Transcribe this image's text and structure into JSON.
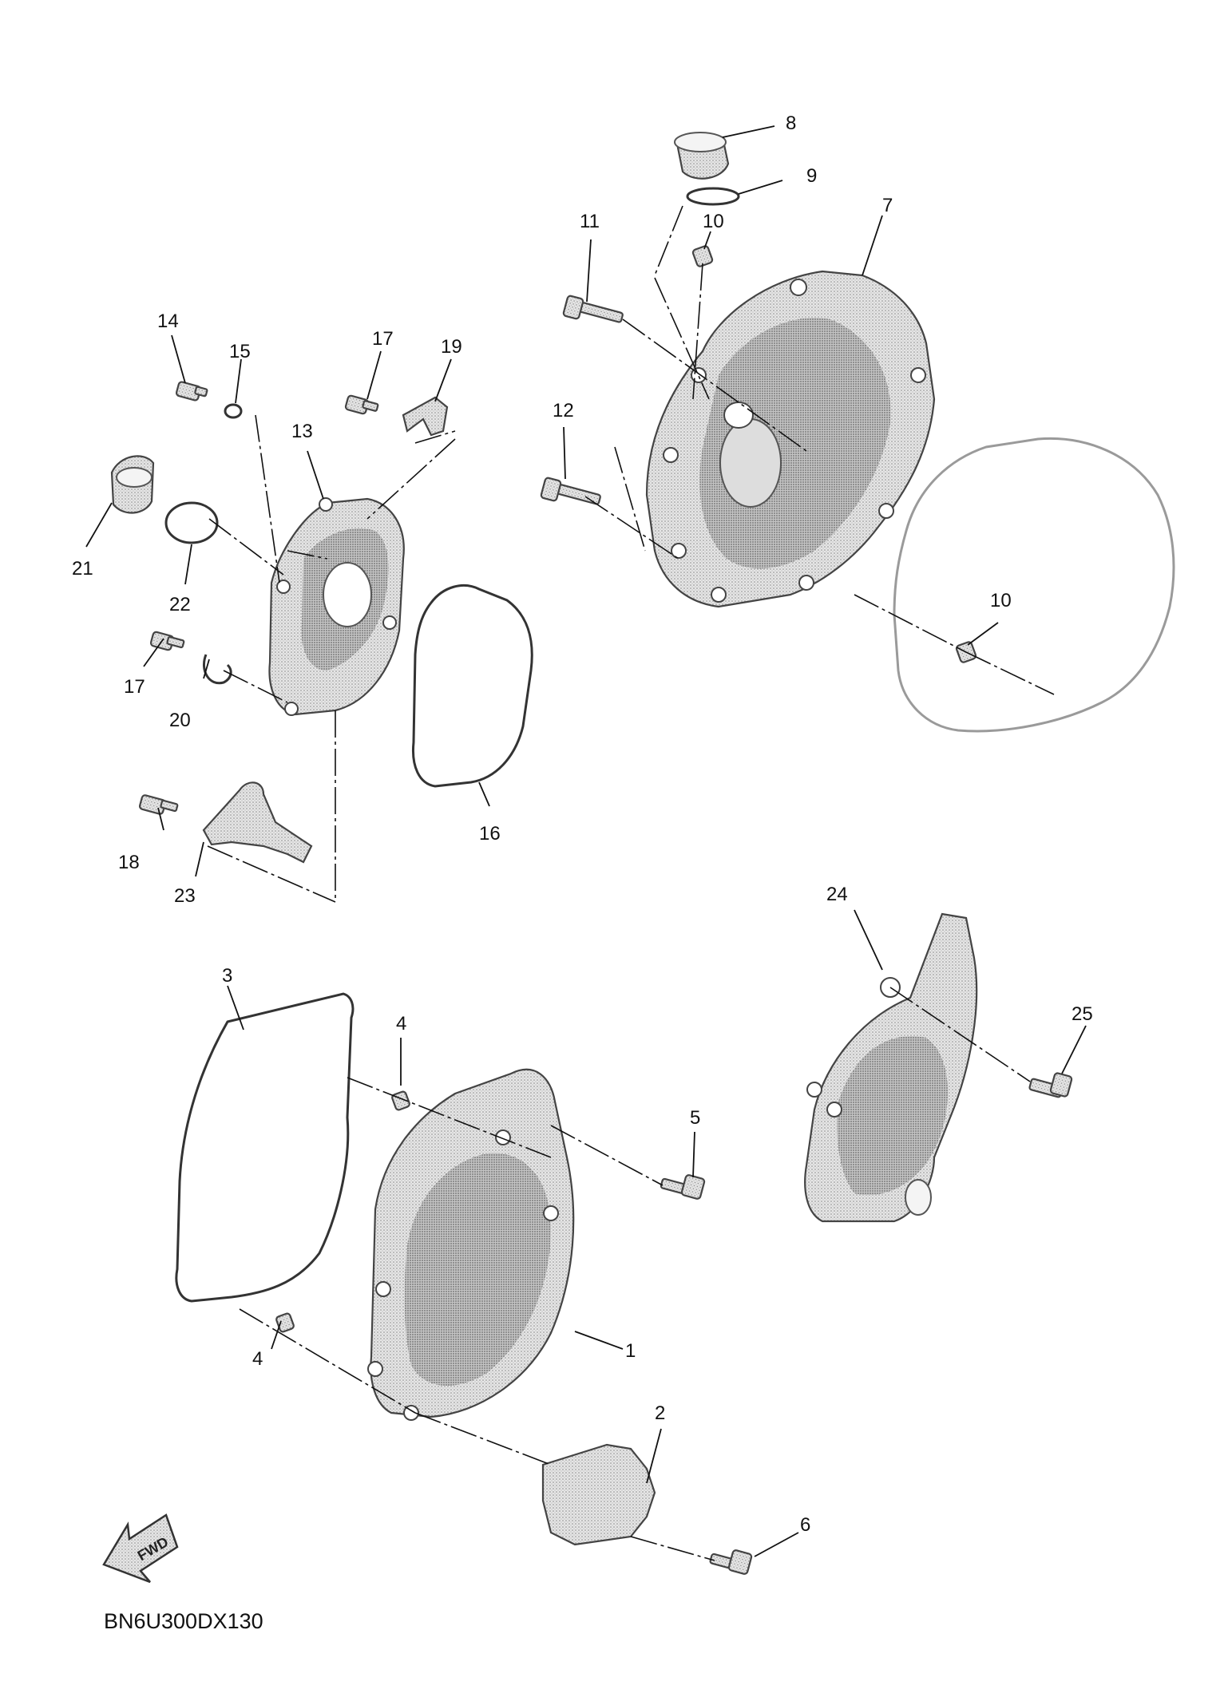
{
  "diagram": {
    "code": "BN6U300DX130",
    "fwd_badge": "FWD",
    "callouts": [
      "1",
      "2",
      "3",
      "4",
      "4",
      "5",
      "6",
      "7",
      "8",
      "9",
      "10",
      "10",
      "11",
      "12",
      "13",
      "14",
      "15",
      "16",
      "17",
      "17",
      "18",
      "19",
      "20",
      "21",
      "22",
      "23",
      "24",
      "25"
    ]
  }
}
